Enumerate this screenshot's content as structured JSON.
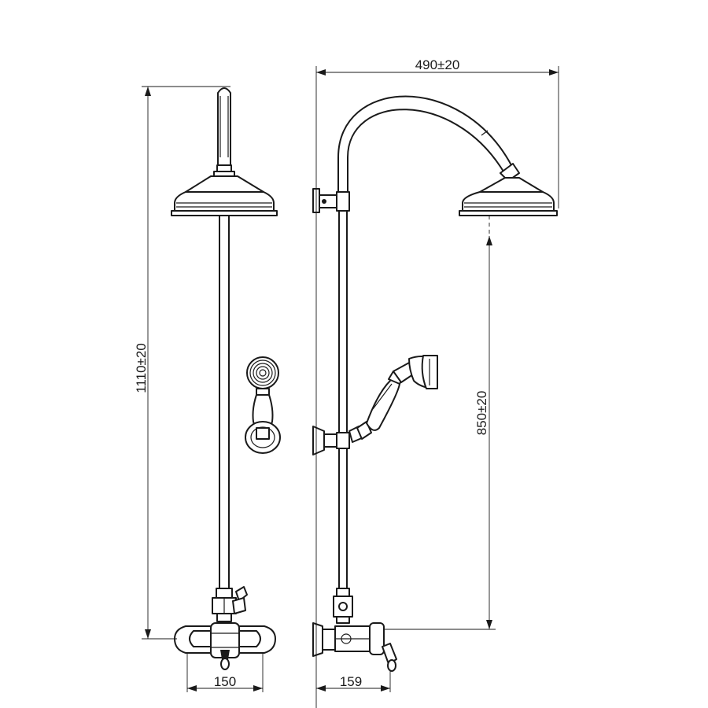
{
  "dimensions": {
    "total_height": "1110±20",
    "arm_reach": "490±20",
    "outlet_height": "850±20",
    "front_width": "150",
    "side_depth": "159"
  }
}
